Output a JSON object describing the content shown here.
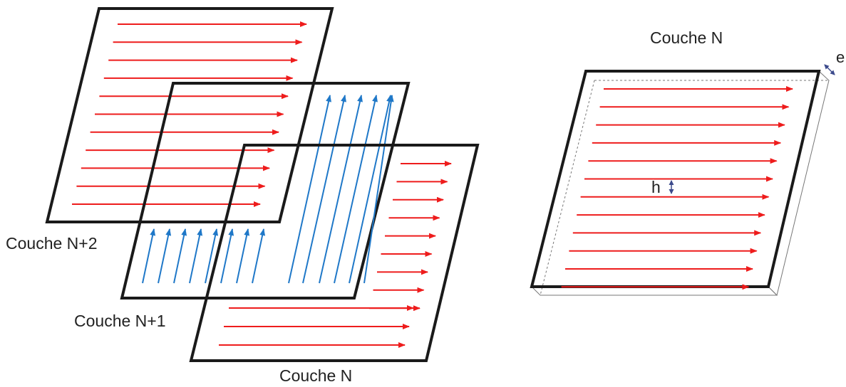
{
  "labels": {
    "layer_n2": "Couche N+2",
    "layer_n1": "Couche N+1",
    "layer_n": "Couche N",
    "detail_title": "Couche N",
    "spacing_symbol": "h",
    "thickness_symbol": "e"
  },
  "colors": {
    "outline": "#1a1a1a",
    "red_arrow": "#ee1c1c",
    "blue_arrow": "#1f78c8",
    "dimension_arrow": "#3c4a8c",
    "text": "#222222"
  }
}
